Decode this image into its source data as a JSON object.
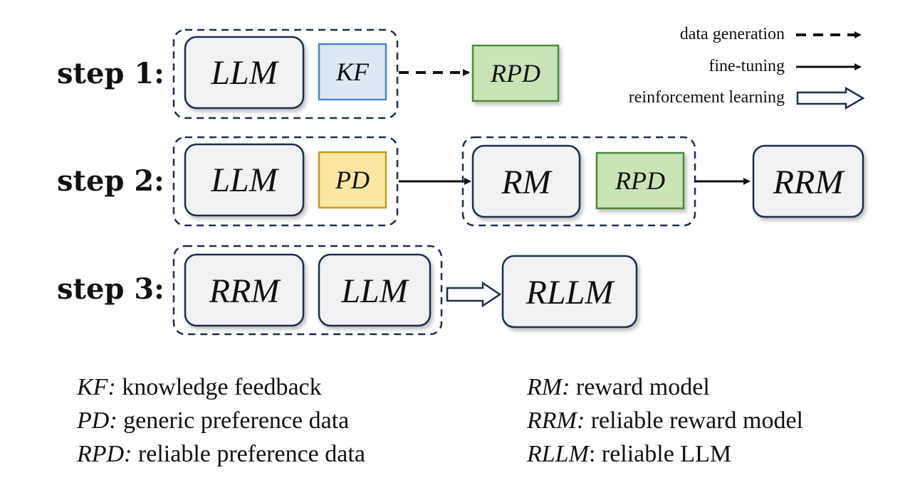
{
  "steps": [
    {
      "label": "step 1:"
    },
    {
      "label": "step 2:"
    },
    {
      "label": "step 3:"
    }
  ],
  "boxes": {
    "s1_llm": "LLM",
    "s1_kf": "KF",
    "s1_rpd": "RPD",
    "s2_llm": "LLM",
    "s2_pd": "PD",
    "s2_rm": "RM",
    "s2_rpd": "RPD",
    "s2_rrm": "RRM",
    "s3_rrm": "RRM",
    "s3_llm": "LLM",
    "s3_rllm": "RLLM"
  },
  "legend": {
    "data_generation": "data generation",
    "fine_tuning": "fine-tuning",
    "reinforcement_learning": "reinforcement learning"
  },
  "glossary": {
    "left": [
      {
        "abbr": "KF:",
        "text": " knowledge feedback"
      },
      {
        "abbr": "PD:",
        "text": " generic preference data"
      },
      {
        "abbr": "RPD:",
        "text": " reliable preference data"
      }
    ],
    "right": [
      {
        "abbr": "RM:",
        "text": " reward model"
      },
      {
        "abbr": "RRM:",
        "text": " reliable reward model"
      },
      {
        "abbr": "RLLM",
        "text": ": reliable LLM"
      }
    ]
  },
  "colors": {
    "box_fill": "#f2f2f4",
    "box_stroke": "#1f2d4f",
    "kf_fill": "#dce7f3",
    "kf_stroke": "#4a86c5",
    "rpd_fill": "#c9e3b6",
    "rpd_stroke": "#4f8a3a",
    "pd_fill": "#fbe6a2",
    "pd_stroke": "#c79a1c"
  }
}
